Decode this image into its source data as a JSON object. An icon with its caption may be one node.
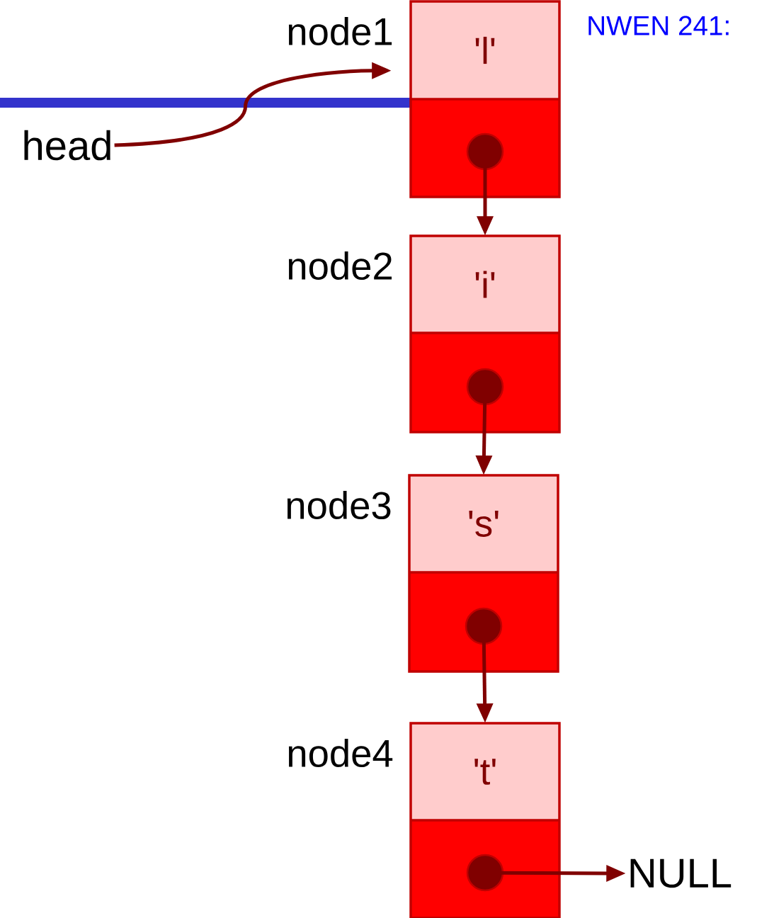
{
  "diagram": {
    "nodes": [
      {
        "text": [
          "head"
        ]
      },
      {
        "text": [
          "node1",
          "'l'"
        ]
      },
      {
        "text": [
          "node2",
          "'i'"
        ]
      },
      {
        "text": [
          "node3",
          "'s'"
        ]
      },
      {
        "text": [
          "node4",
          "'t'"
        ]
      },
      {
        "text": [
          "NULL"
        ]
      }
    ],
    "edges": [
      {
        "from": 0,
        "to": 1,
        "arrow": "to"
      },
      {
        "from": 1,
        "to": 2,
        "arrow": "to"
      },
      {
        "from": 2,
        "to": 3,
        "arrow": "to"
      },
      {
        "from": 3,
        "to": 4,
        "arrow": "to"
      },
      {
        "from": 4,
        "to": 5,
        "arrow": "to"
      }
    ],
    "labels": [
      "NWEN 241:"
    ]
  }
}
